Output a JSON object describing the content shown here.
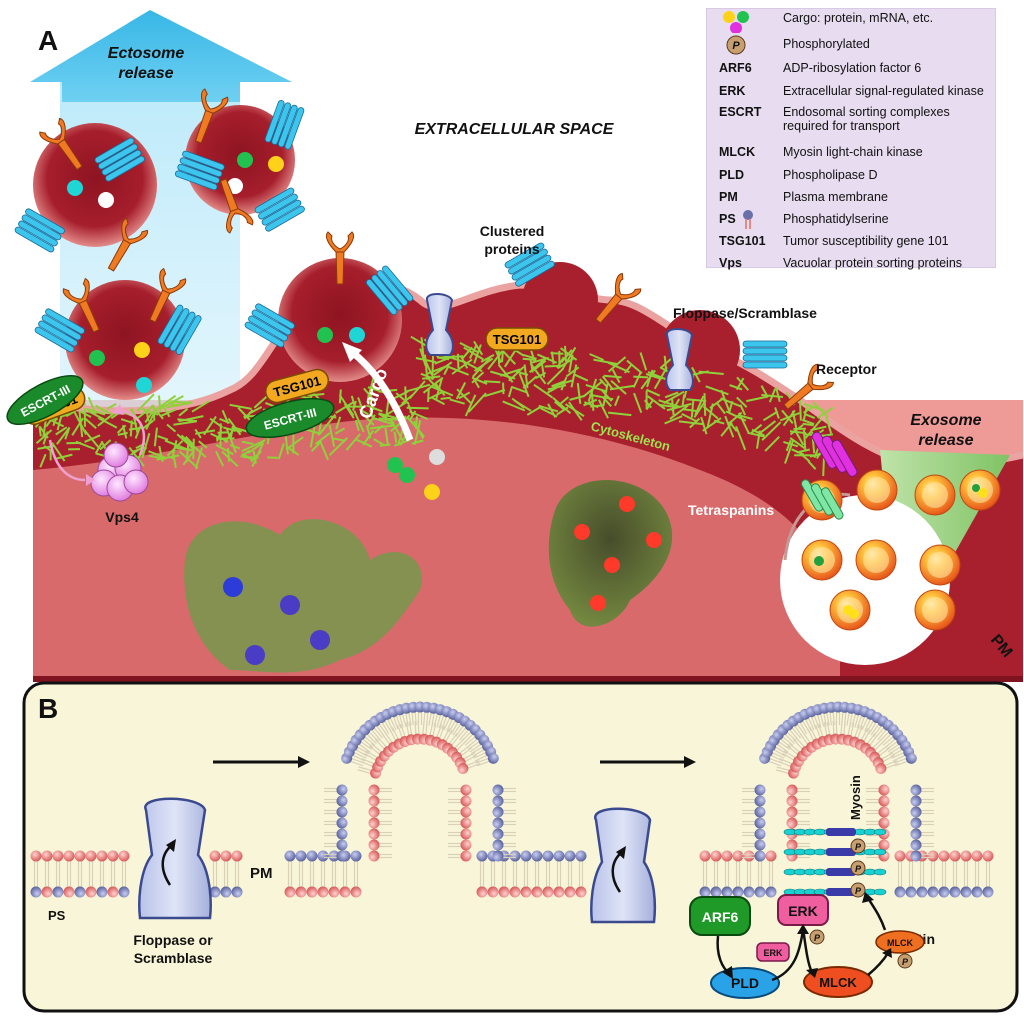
{
  "panels": {
    "a_letter": "A",
    "b_letter": "B"
  },
  "panel_a": {
    "ectosome_release": [
      "Ectosome",
      "release"
    ],
    "extracellular_space": "EXTRACELLULAR SPACE",
    "clustered_proteins": [
      "Clustered",
      "proteins"
    ],
    "floppase_scramblase": "Floppase/Scramblase",
    "receptor": "Receptor",
    "exosome_release": [
      "Exosome",
      "release"
    ],
    "tetraspanins": "Tetraspanins",
    "cytoskeleton": "Cytoskeleton",
    "cargo": "Cargo",
    "tsg101": "TSG101",
    "escrt_iii": "ESCRT-III",
    "vps4": "Vps4",
    "pm": "PM"
  },
  "legend": [
    {
      "abbr": "",
      "desc": "Cargo: protein, mRNA, etc.",
      "icon": "cargo-dots-icon"
    },
    {
      "abbr": "",
      "desc": "Phosphorylated",
      "icon": "phosphate-p-icon",
      "icon_text": "P"
    },
    {
      "abbr": "ARF6",
      "desc": "ADP-ribosylation factor 6"
    },
    {
      "abbr": "ERK",
      "desc": "Extracellular signal-regulated kinase"
    },
    {
      "abbr": "ESCRT",
      "desc": "Endosomal sorting complexes required for transport"
    },
    {
      "abbr": "MLCK",
      "desc": "Myosin light-chain kinase"
    },
    {
      "abbr": "PLD",
      "desc": "Phospholipase D"
    },
    {
      "abbr": "PM",
      "desc": "Plasma membrane"
    },
    {
      "abbr": "PS",
      "desc": "Phosphatidylserine",
      "icon": "phosphatidylserine-icon"
    },
    {
      "abbr": "TSG101",
      "desc": "Tumor susceptibility gene 101"
    },
    {
      "abbr": "Vps",
      "desc": "Vacuolar protein sorting proteins"
    }
  ],
  "panel_b": {
    "pm": "PM",
    "ps": "PS",
    "floppase_or_scramblase": [
      "Floppase or",
      "Scramblase"
    ],
    "myosin": "Myosin",
    "actin": "Actin",
    "arf6": "ARF6",
    "erk": "ERK",
    "erk_small": "ERK",
    "pld": "PLD",
    "mlck": "MLCK",
    "mlck_small": "MLCK",
    "p": "P"
  },
  "colors": {
    "cell_red": "#a8202e",
    "cell_pink": "#e58a87",
    "arrow_blue": "#4fc1ea",
    "panel_b_bg": "#f8f5d9",
    "legend_bg": "#e8dcf0",
    "receptor_orange": "#f07a22",
    "cytoskeleton_green": "#8fd13a",
    "lipid_red": "#e06a6a",
    "lipid_blue": "#6870a8"
  }
}
